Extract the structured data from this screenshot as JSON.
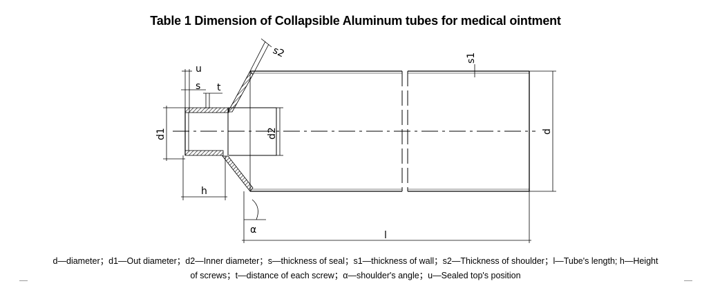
{
  "title": "Table 1 Dimension of Collapsible Aluminum tubes for medical ointment",
  "labels": {
    "u": "u",
    "s": "s",
    "t": "t",
    "s2": "s2",
    "s1": "s1",
    "d1": "d1",
    "d2": "d2",
    "d": "d",
    "h": "h",
    "alpha": "α",
    "l": "l"
  },
  "legend": {
    "line1": "d—diameter；d1—Out diameter；d2—Inner diameter；s—thickness of seal；s1—thickness of wall；s2—Thickness of shoulder；l—Tube's length; h—Height",
    "line2": "of screws；t—distance of each screw；α—shoulder's angle；u—Sealed top's position"
  }
}
